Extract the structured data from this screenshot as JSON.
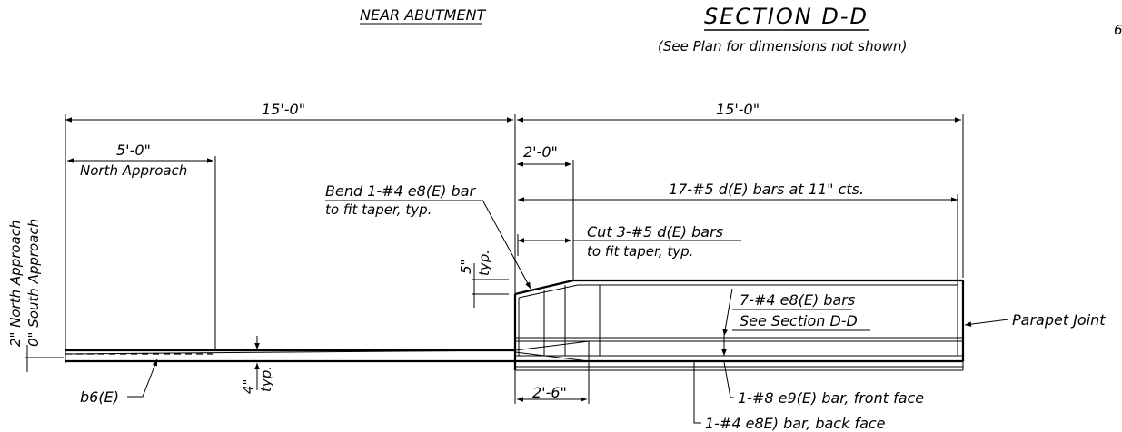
{
  "header": {
    "left_title": "NEAR ABUTMENT",
    "title": "SECTION D-D",
    "subtitle": "(See Plan for dimensions not shown)",
    "corner_mark": "6"
  },
  "dimensions": {
    "left_overall": "15'-0\"",
    "right_overall": "15'-0\"",
    "north_approach_len": "5'-0\"",
    "north_approach_label": "North Approach",
    "two_foot": "2'-0\"",
    "two_six": "2'-6\"",
    "five_in": "5\"",
    "five_in_typ": "typ.",
    "four_in": "4\"",
    "four_in_typ": "typ.",
    "vert_north": "2\" North Approach",
    "vert_south": "0\" South Approach"
  },
  "notes": {
    "bend_line1": "Bend 1-#4 e8(E) bar",
    "bend_line2": "to fit taper, typ.",
    "bars_17": "17-#5 d(E) bars at 11\" cts.",
    "cut_line1": "Cut 3-#5 d(E) bars",
    "cut_line2": "to fit taper, typ.",
    "bars_7_line1": "7-#4 e8(E) bars",
    "bars_7_line2": "See Section D-D",
    "parapet_joint": "Parapet Joint",
    "b6": "b6(E)",
    "front_face": "1-#8 e9(E) bar, front face",
    "back_face": "1-#4 e8E) bar, back face"
  }
}
